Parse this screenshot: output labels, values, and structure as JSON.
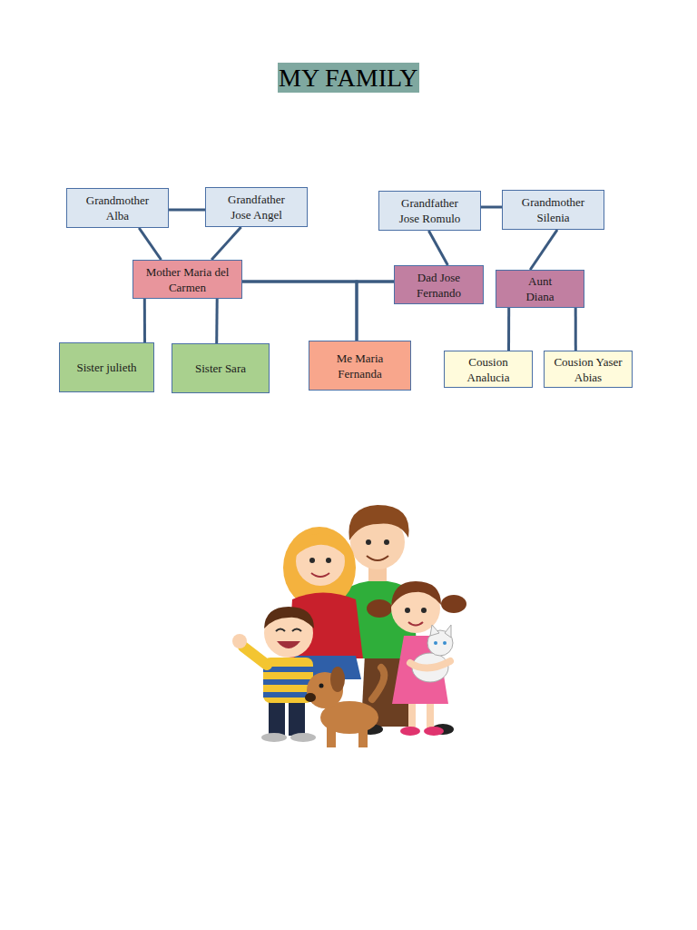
{
  "diagram": {
    "title": "MY FAMILY",
    "nodes": [
      {
        "text": [
          "Grandmother Alba"
        ]
      },
      {
        "text": [
          "Grandfather Jose Angel"
        ]
      },
      {
        "text": [
          "Grandfather Jose Romulo"
        ]
      },
      {
        "text": [
          "Grandmother Silenia"
        ]
      },
      {
        "text": [
          "Mother Maria del Carmen"
        ]
      },
      {
        "text": [
          "Dad Jose Fernando"
        ]
      },
      {
        "text": [
          "Aunt Diana"
        ]
      },
      {
        "text": [
          "Sister julieth"
        ]
      },
      {
        "text": [
          "Sister Sara"
        ]
      },
      {
        "text": [
          "Me Maria Fernanda"
        ]
      },
      {
        "text": [
          "Cousion Analucia"
        ]
      },
      {
        "text": [
          "Cousion Yaser Abias"
        ]
      }
    ],
    "edges": [
      {
        "from": 0,
        "to": 1,
        "arrow": "none"
      },
      {
        "from": 0,
        "to": 4,
        "arrow": "none"
      },
      {
        "from": 1,
        "to": 4,
        "arrow": "none"
      },
      {
        "from": 2,
        "to": 3,
        "arrow": "none"
      },
      {
        "from": 2,
        "to": 5,
        "arrow": "none"
      },
      {
        "from": 3,
        "to": 6,
        "arrow": "none"
      },
      {
        "from": 4,
        "to": 5,
        "arrow": "none"
      },
      {
        "from": 4,
        "to": 9,
        "arrow": "none"
      },
      {
        "from": 5,
        "to": 9,
        "arrow": "none"
      },
      {
        "from": 4,
        "to": 7,
        "arrow": "none"
      },
      {
        "from": 4,
        "to": 8,
        "arrow": "none"
      },
      {
        "from": 6,
        "to": 10,
        "arrow": "none"
      },
      {
        "from": 6,
        "to": 11,
        "arrow": "none"
      }
    ]
  }
}
